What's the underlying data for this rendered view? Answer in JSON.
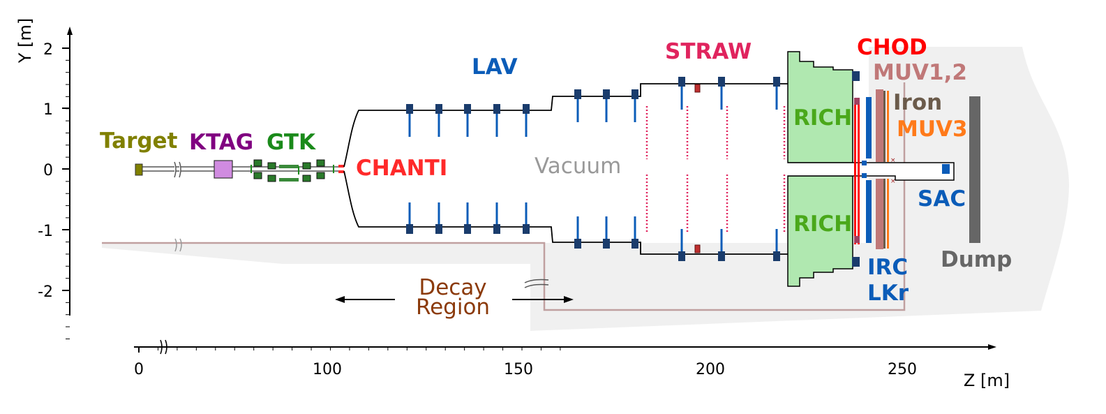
{
  "axes": {
    "y_title": "Y [m]",
    "x_title": "Z [m]",
    "y_ticks": [
      "2",
      "1",
      "0",
      "-1",
      "-2"
    ],
    "x_ticks": [
      "0",
      "100",
      "150",
      "200",
      "250"
    ]
  },
  "labels": {
    "target": "Target",
    "ktag": "KTAG",
    "gtk": "GTK",
    "chanti": "CHANTI",
    "lav": "LAV",
    "vacuum": "Vacuum",
    "straw": "STRAW",
    "rich_upper": "RICH",
    "rich_lower": "RICH",
    "chod": "CHOD",
    "muv12": "MUV1,2",
    "iron": "Iron",
    "muv3": "MUV3",
    "sac": "SAC",
    "dump": "Dump",
    "irc": "IRC",
    "lkr": "LKr",
    "decay_line1": "Decay",
    "decay_line2": "Region"
  },
  "colors": {
    "target": "#808000",
    "ktag": "#800080",
    "gtk": "#1a8a1a",
    "chanti": "#ff2a2a",
    "lav": "#0b5cb8",
    "vacuum": "#999999",
    "straw": "#e0245e",
    "rich": "#4aa81a",
    "chod": "#ff0000",
    "muv12": "#c07878",
    "iron": "#6b5b4b",
    "muv3": "#ff7a1a",
    "sac": "#0b5cb8",
    "dump": "#666666",
    "irc_lkr": "#0b5cb8",
    "decay": "#8b3a0a",
    "tunnel": "#f0f0f0",
    "cavern_line": "#c0a0a0",
    "rich_fill": "#b0e8b0",
    "module": "#1a3c6c"
  }
}
